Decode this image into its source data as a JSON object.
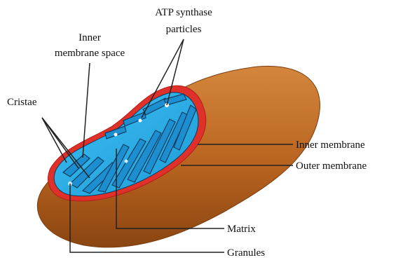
{
  "labels": {
    "atp_line1": "ATP synthase",
    "atp_line2": "particles",
    "inner_space_line1": "Inner",
    "inner_space_line2": "membrane space",
    "cristae": "Cristae",
    "inner_membrane": "Inner membrane",
    "outer_membrane": "Outer membrane",
    "matrix": "Matrix",
    "granules": "Granules"
  },
  "colors": {
    "outer_shell": "#b8631f",
    "outer_shell_dark": "#8a4511",
    "outer_shell_light": "#d4863c",
    "membrane_red": "#e0302a",
    "matrix_blue": "#2aaee8",
    "cristae_blue": "#1d8fd0",
    "cristae_outline": "#0a3d62",
    "leader_line": "#222222"
  }
}
